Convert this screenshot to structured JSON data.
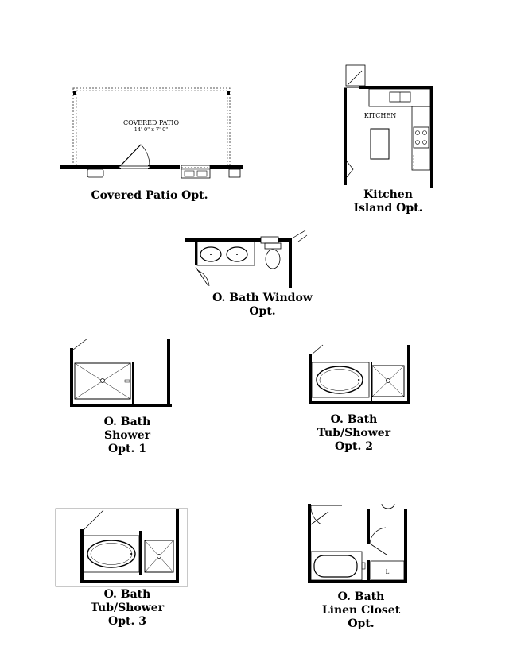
{
  "patio": {
    "label": "COVERED PATIO",
    "dimensions": "14'-0\" x 7'-0\"",
    "caption": "Covered Patio Opt."
  },
  "kitchen": {
    "label": "KITCHEN",
    "caption_line1": "Kitchen",
    "caption_line2": "Island Opt."
  },
  "bath_window": {
    "caption_line1": "O. Bath Window",
    "caption_line2": "Opt."
  },
  "shower_opt1": {
    "caption_line1": "O. Bath",
    "caption_line2": "Shower",
    "caption_line3": "Opt. 1"
  },
  "tub_shower_opt2": {
    "caption_line1": "O. Bath",
    "caption_line2": "Tub/Shower",
    "caption_line3": "Opt. 2"
  },
  "tub_shower_opt3": {
    "caption_line1": "O. Bath",
    "caption_line2": "Tub/Shower",
    "caption_line3": "Opt. 3"
  },
  "linen_closet": {
    "label": "L",
    "caption_line1": "O. Bath",
    "caption_line2": "Linen Closet",
    "caption_line3": "Opt."
  }
}
